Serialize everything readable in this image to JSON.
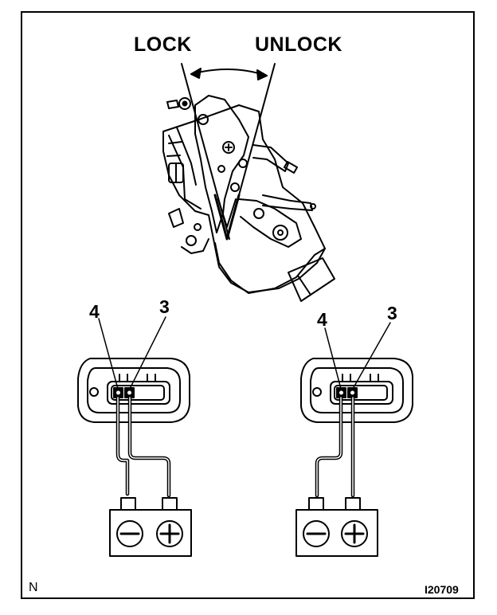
{
  "labels": {
    "lock": "LOCK",
    "unlock": "UNLOCK",
    "left_terminal_a": "4",
    "left_terminal_b": "3",
    "right_terminal_a": "4",
    "right_terminal_b": "3",
    "corner_mark": "N",
    "figure_code": "I20709"
  },
  "symbols": {
    "negative": "minus-icon",
    "positive": "plus-icon"
  }
}
